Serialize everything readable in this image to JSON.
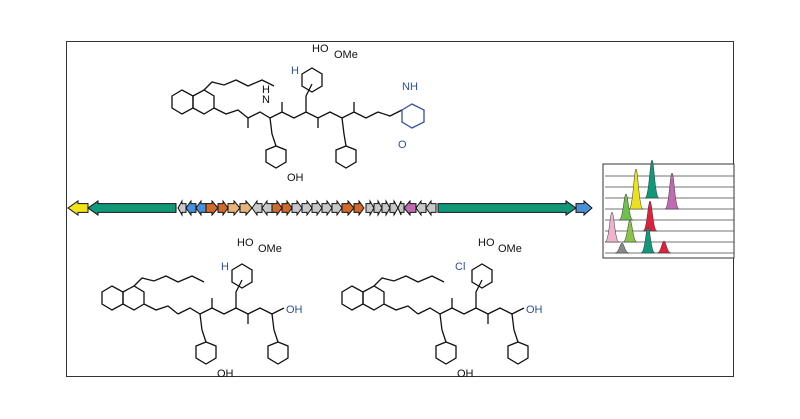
{
  "labels": {
    "hydroxyl": "HO",
    "methoxy": "OMe",
    "hydrogen": "H",
    "chloro": "Cl",
    "amide_nh": "N",
    "amide_h": "H",
    "oxygen": "O",
    "nh": "NH",
    "carboxyl": "OH",
    "phenol": "OH"
  },
  "colors": {
    "green": "#11987a",
    "blue": "#4a90d8",
    "yellow": "#f2e21a",
    "orange": "#cf6a2b",
    "tan": "#e7b47c",
    "pink": "#c06bb0",
    "grey": "#c8c8c8",
    "chem_blue": "#2f4fa8"
  },
  "gene_cluster": {
    "arrow_count": 36
  },
  "chromatogram": {
    "trace_count": 8
  }
}
